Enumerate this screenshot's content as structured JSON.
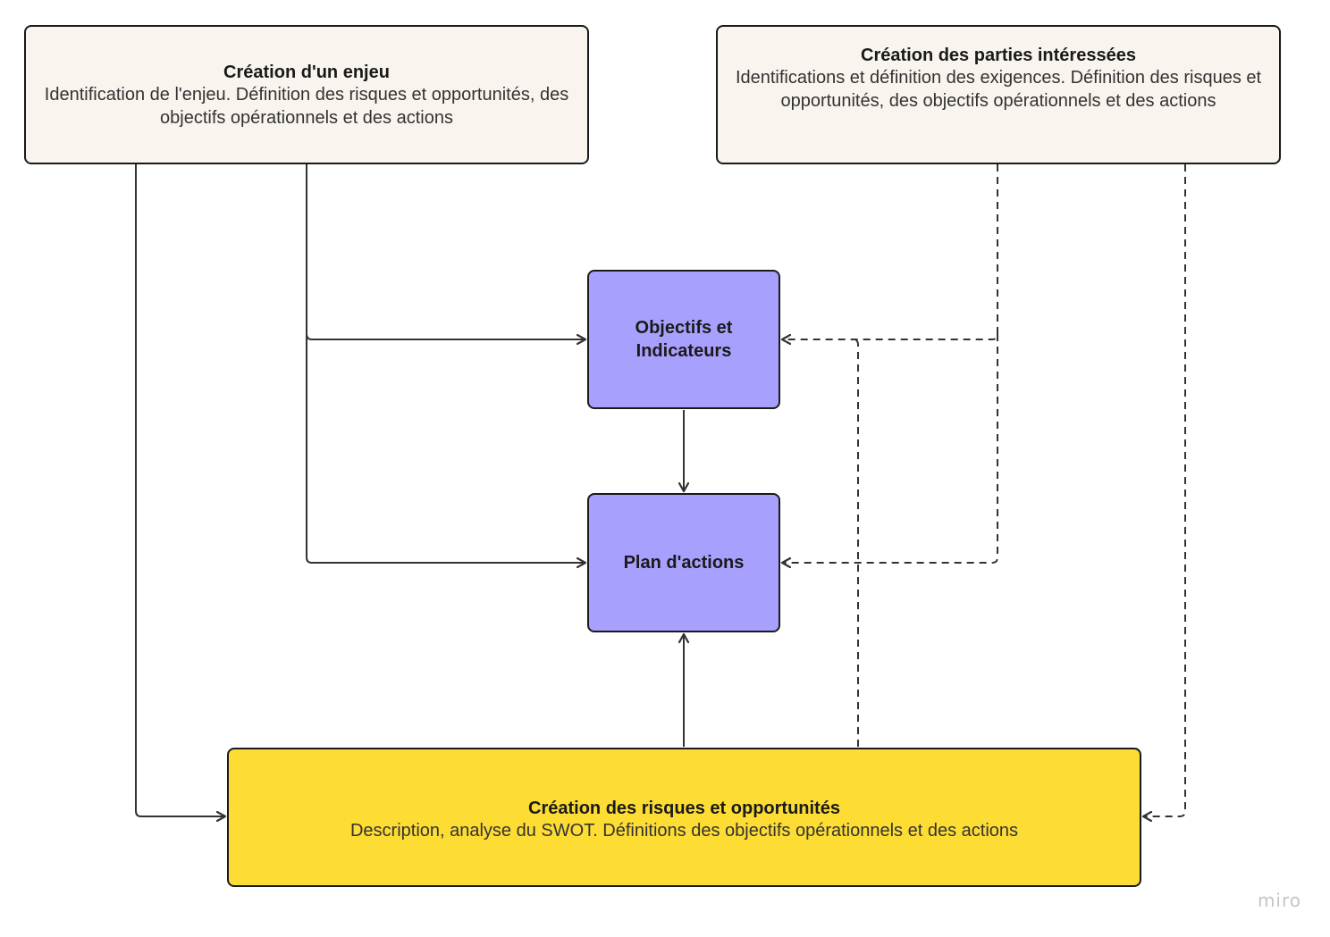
{
  "nodes": {
    "enjeu": {
      "title": "Création d'un enjeu",
      "description": "Identification de l'enjeu. Définition des risques et opportunités, des objectifs opérationnels et des actions"
    },
    "parties": {
      "title": "Création des parties intéressées",
      "description": "Identifications et définition des exigences. Définition des risques et opportunités, des objectifs opérationnels et des actions"
    },
    "objectifs": {
      "title": "Objectifs et Indicateurs"
    },
    "plan": {
      "title": "Plan d'actions"
    },
    "risques": {
      "title": "Création des risques et opportunités",
      "description": "Description, analyse du SWOT. Définitions des objectifs opérationnels et des actions"
    }
  },
  "edges": [
    {
      "from": "enjeu",
      "to": "objectifs",
      "style": "solid"
    },
    {
      "from": "enjeu",
      "to": "plan",
      "style": "solid"
    },
    {
      "from": "enjeu",
      "to": "risques",
      "style": "solid"
    },
    {
      "from": "objectifs",
      "to": "plan",
      "style": "solid"
    },
    {
      "from": "risques",
      "to": "plan",
      "style": "solid"
    },
    {
      "from": "parties",
      "to": "objectifs",
      "style": "dashed"
    },
    {
      "from": "parties",
      "to": "plan",
      "style": "dashed"
    },
    {
      "from": "parties",
      "to": "risques",
      "style": "dashed"
    },
    {
      "from": "risques",
      "to": "objectifs",
      "style": "dashed"
    }
  ],
  "colors": {
    "beige": "#f9f5ee",
    "purple": "#a8a0fd",
    "yellow": "#fddc33",
    "stroke": "#333333"
  },
  "watermark": "miro"
}
